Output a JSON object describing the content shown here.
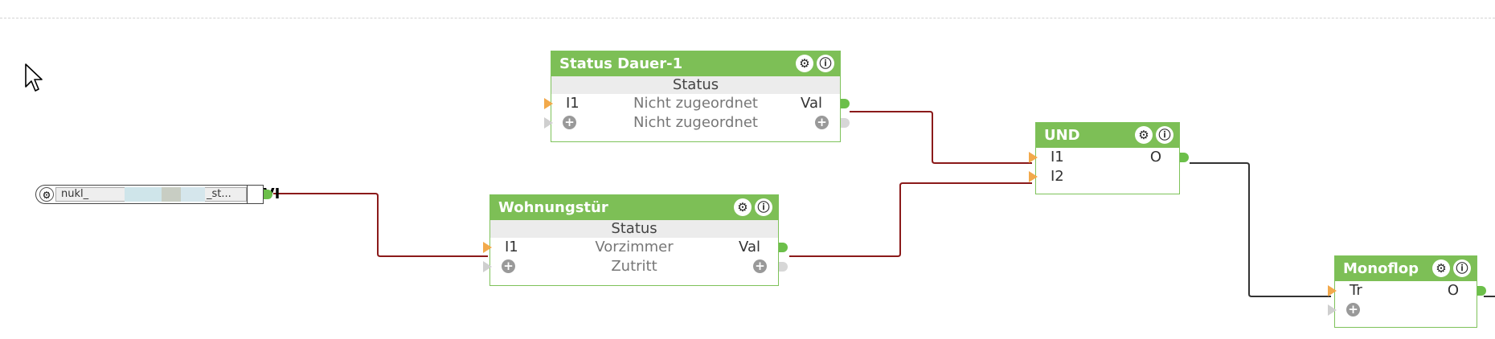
{
  "blocks": {
    "status_dauer": {
      "title": "Status Dauer-1",
      "subtitle": "Status",
      "rows": [
        {
          "left": "I1",
          "middle": "Nicht zugeordnet",
          "right": "Val"
        },
        {
          "left": "",
          "middle": "Nicht zugeordnet",
          "right": ""
        }
      ]
    },
    "und": {
      "title": "UND",
      "rows": [
        {
          "left": "I1",
          "right": "O"
        },
        {
          "left": "I2",
          "right": ""
        }
      ]
    },
    "wohnungstuer": {
      "title": "Wohnungstür",
      "subtitle": "Status",
      "rows": [
        {
          "left": "I1",
          "middle": "Vorzimmer",
          "right": "Val"
        },
        {
          "left": "",
          "middle": "Zutritt",
          "right": ""
        }
      ]
    },
    "monoflop": {
      "title": "Monoflop",
      "rows": [
        {
          "left": "Tr",
          "right": "O"
        }
      ]
    }
  },
  "input_node": {
    "label_left": "nukl_",
    "label_right": "_st...",
    "output": "VI"
  },
  "icons": {
    "settings": "gear-icon",
    "info": "info-icon",
    "add": "plus-icon"
  },
  "colors": {
    "block_header": "#7dbf56",
    "wire_active": "#8b1a1a",
    "wire_default": "#333333",
    "port_input": "#f2a94b",
    "port_output": "#6cbf4a"
  }
}
